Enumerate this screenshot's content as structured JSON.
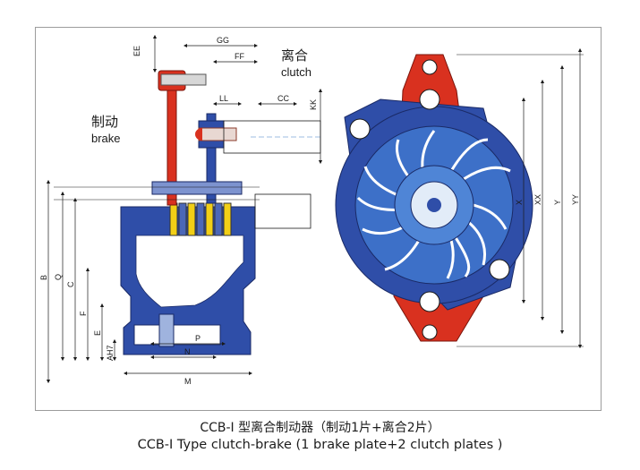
{
  "labels": {
    "clutch_cn": "离合",
    "clutch_en": "clutch",
    "brake_cn": "制动",
    "brake_en": "brake"
  },
  "dimensions": {
    "ee": "EE",
    "gg": "GG",
    "ff": "FF",
    "ll": "LL",
    "cc": "CC",
    "kk": "KK",
    "b": "B",
    "q": "Q",
    "c": "C",
    "f": "F",
    "e": "E",
    "h7": "AH7",
    "p": "P",
    "n": "N",
    "m": "M",
    "x": "X",
    "xx": "XX",
    "y": "Y",
    "yy": "YY"
  },
  "caption": {
    "cn": "CCB-I 型离合制动器（制动1片+离合2片）",
    "en": "CCB-I Type clutch-brake (1 brake plate+2 clutch plates )"
  },
  "colors": {
    "body_blue": "#2f4ea8",
    "rotor_blue": "#3d70c8",
    "arm_red": "#d9311f",
    "plate_yellow": "#f2cf16",
    "line_black": "#1a1a1a"
  }
}
